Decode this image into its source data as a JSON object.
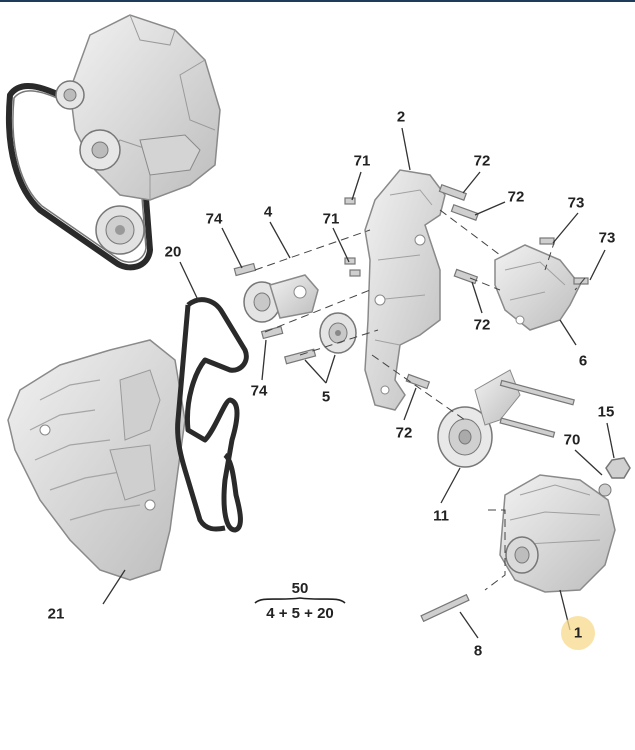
{
  "callouts": [
    {
      "id": "c1",
      "label": "1",
      "highlight": true
    },
    {
      "id": "c2",
      "label": "2"
    },
    {
      "id": "c4",
      "label": "4"
    },
    {
      "id": "c5",
      "label": "5"
    },
    {
      "id": "c6",
      "label": "6"
    },
    {
      "id": "c8",
      "label": "8"
    },
    {
      "id": "c11",
      "label": "11"
    },
    {
      "id": "c15",
      "label": "15"
    },
    {
      "id": "c20",
      "label": "20"
    },
    {
      "id": "c21",
      "label": "21"
    },
    {
      "id": "c70",
      "label": "70"
    },
    {
      "id": "c71a",
      "label": "71"
    },
    {
      "id": "c71b",
      "label": "71"
    },
    {
      "id": "c72a",
      "label": "72"
    },
    {
      "id": "c72b",
      "label": "72"
    },
    {
      "id": "c72c",
      "label": "72"
    },
    {
      "id": "c72d",
      "label": "72"
    },
    {
      "id": "c73a",
      "label": "73"
    },
    {
      "id": "c73b",
      "label": "73"
    },
    {
      "id": "c74a",
      "label": "74"
    },
    {
      "id": "c74b",
      "label": "74"
    }
  ],
  "kit": {
    "number": "50",
    "contents": "4 + 5 + 20"
  },
  "colors": {
    "part_fill": "#dcdcdc",
    "part_stroke": "#8a8a8a",
    "belt": "#2a2a2a",
    "highlight": "#f7d98c"
  }
}
